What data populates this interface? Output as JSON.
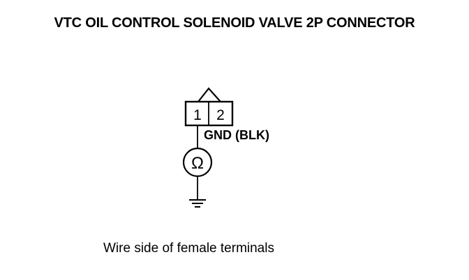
{
  "title": "VTC OIL CONTROL SOLENOID VALVE 2P CONNECTOR",
  "connector": {
    "pins": [
      "1",
      "2"
    ],
    "ground_wire_label": "GND (BLK)"
  },
  "meter": {
    "symbol": "Ω"
  },
  "caption": "Wire side of female terminals"
}
